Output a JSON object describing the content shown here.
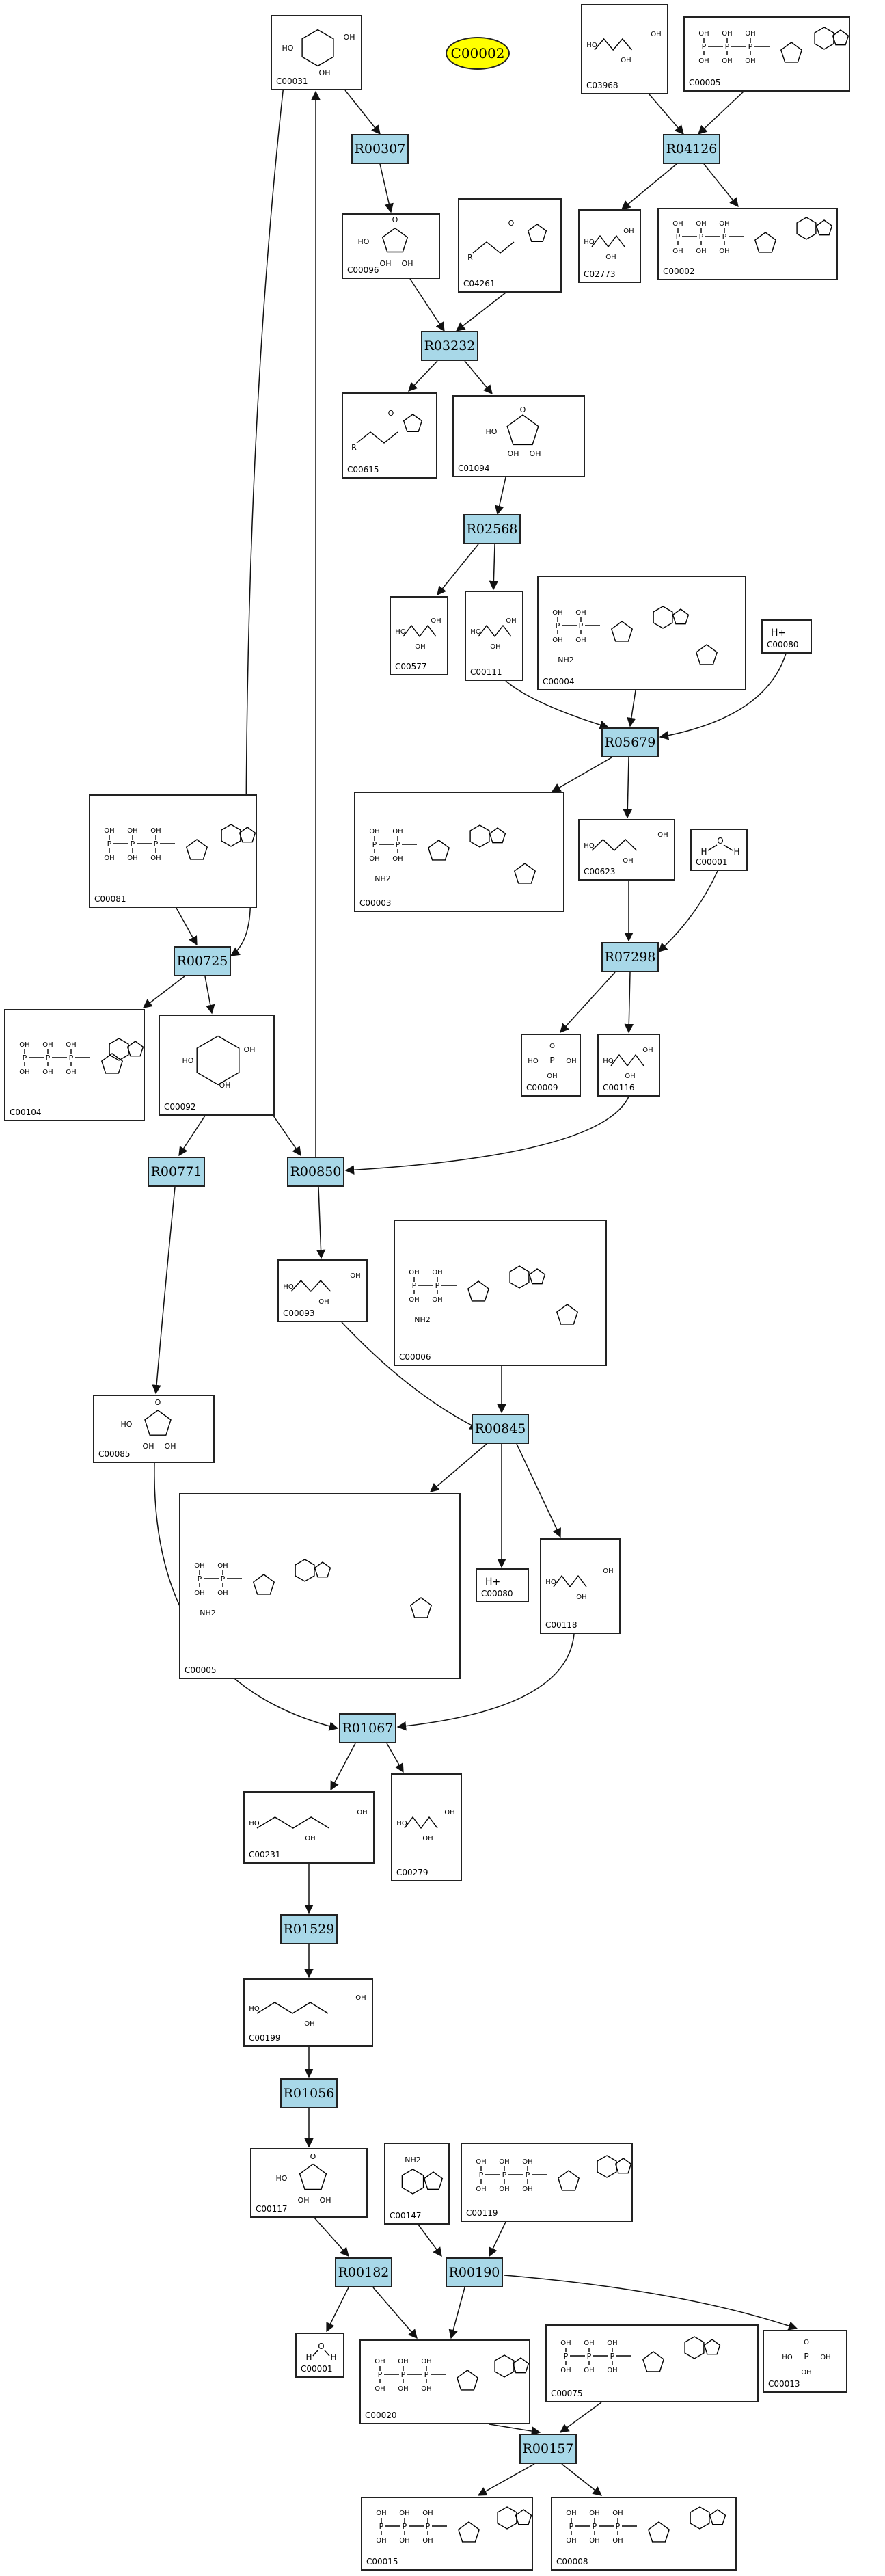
{
  "map_node": {
    "label": "C00002"
  },
  "reactions": [
    {
      "id": "R00307"
    },
    {
      "id": "R04126"
    },
    {
      "id": "R03232"
    },
    {
      "id": "R02568"
    },
    {
      "id": "R05679"
    },
    {
      "id": "R07298"
    },
    {
      "id": "R00725"
    },
    {
      "id": "R00771"
    },
    {
      "id": "R00850"
    },
    {
      "id": "R00845"
    },
    {
      "id": "R01067"
    },
    {
      "id": "R01529"
    },
    {
      "id": "R01056"
    },
    {
      "id": "R00182"
    },
    {
      "id": "R00190"
    },
    {
      "id": "R00157"
    }
  ],
  "compounds": [
    {
      "id": "C00031",
      "kind": "hexose"
    },
    {
      "id": "C03968",
      "kind": "ester"
    },
    {
      "id": "C00005",
      "kind": "nucleotide"
    },
    {
      "id": "C00096",
      "kind": "pentose"
    },
    {
      "id": "C04261",
      "kind": "peptide"
    },
    {
      "id": "C02773",
      "kind": "ester"
    },
    {
      "id": "C00002",
      "kind": "nucleotide"
    },
    {
      "id": "C00615",
      "kind": "peptide"
    },
    {
      "id": "C01094",
      "kind": "pentose"
    },
    {
      "id": "C00577",
      "kind": "chain"
    },
    {
      "id": "C00111",
      "kind": "chain"
    },
    {
      "id": "C00004",
      "kind": "dinucleotide"
    },
    {
      "id": "C00080",
      "kind": "proton"
    },
    {
      "id": "C00003",
      "kind": "dinucleotide"
    },
    {
      "id": "C00623",
      "kind": "chain"
    },
    {
      "id": "C00001",
      "kind": "water"
    },
    {
      "id": "C00081",
      "kind": "nucleotide"
    },
    {
      "id": "C00104",
      "kind": "nucleotide"
    },
    {
      "id": "C00092",
      "kind": "hexose"
    },
    {
      "id": "C00009",
      "kind": "phosphate"
    },
    {
      "id": "C00116",
      "kind": "glycerol"
    },
    {
      "id": "C00093",
      "kind": "chain"
    },
    {
      "id": "C00006",
      "kind": "dinucleotide"
    },
    {
      "id": "C00085",
      "kind": "pentose"
    },
    {
      "id": "C00005",
      "kind": "dinucleotide"
    },
    {
      "id": "C00080",
      "kind": "proton"
    },
    {
      "id": "C00118",
      "kind": "chain"
    },
    {
      "id": "C00231",
      "kind": "chain"
    },
    {
      "id": "C00279",
      "kind": "chain"
    },
    {
      "id": "C00199",
      "kind": "chain"
    },
    {
      "id": "C00117",
      "kind": "pentose"
    },
    {
      "id": "C00147",
      "kind": "base"
    },
    {
      "id": "C00119",
      "kind": "nucleotide"
    },
    {
      "id": "C00001",
      "kind": "water"
    },
    {
      "id": "C00020",
      "kind": "nucleotide"
    },
    {
      "id": "C00075",
      "kind": "nucleotide"
    },
    {
      "id": "C00013",
      "kind": "phosphate"
    },
    {
      "id": "C00015",
      "kind": "nucleotide"
    },
    {
      "id": "C00008",
      "kind": "nucleotide"
    }
  ],
  "atom_labels": {
    "hydroxyl": "OH",
    "hydroxyl_left": "HO",
    "oxygen": "O",
    "phosphorus": "P",
    "nitrogen": "N",
    "amine": "NH2",
    "hydrogen": "H",
    "r_group": "R",
    "proton": "H+"
  },
  "colors": {
    "reaction_fill": "#a8d8e8",
    "map_fill": "#ffff00",
    "stroke": "#222222"
  }
}
